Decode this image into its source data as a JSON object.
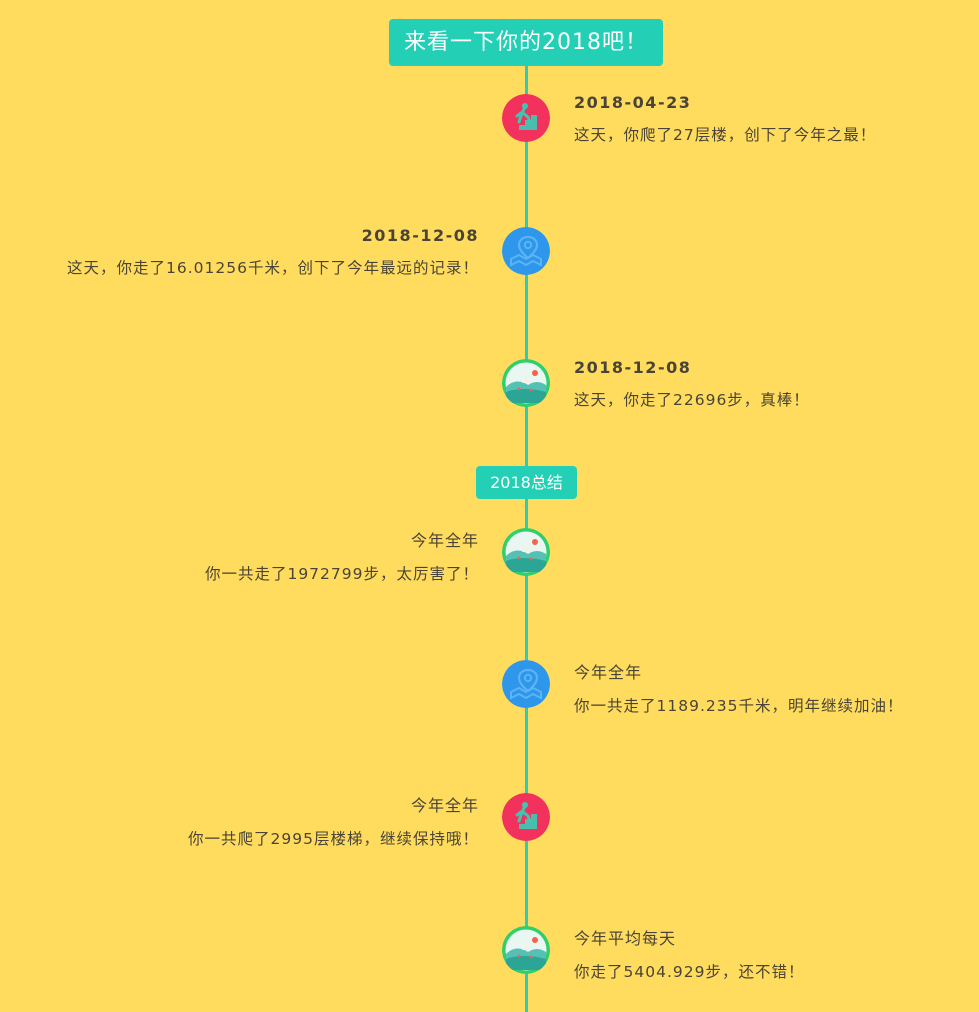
{
  "header": {
    "title": "来看一下你的2018吧！"
  },
  "summary_label": "2018总结",
  "colors": {
    "background": "#FFDC5E",
    "accent": "#24D0B5",
    "stairs_node": "#F2325C",
    "location_node": "#2E96EB",
    "landscape_border": "#2FCF6E"
  },
  "events": [
    {
      "icon": "stairs-icon",
      "title": "2018-04-23",
      "text": "这天，你爬了27层楼，创下了今年之最！"
    },
    {
      "icon": "location-pin-icon",
      "title": "2018-12-08",
      "text": "这天，你走了16.01256千米，创下了今年最远的记录！"
    },
    {
      "icon": "landscape-icon",
      "title": "2018-12-08",
      "text": "这天，你走了22696步，真棒！"
    }
  ],
  "summary": [
    {
      "icon": "landscape-icon",
      "title": "今年全年",
      "text": "你一共走了1972799步，太厉害了！"
    },
    {
      "icon": "location-pin-icon",
      "title": "今年全年",
      "text": "你一共走了1189.235千米，明年继续加油！"
    },
    {
      "icon": "stairs-icon",
      "title": "今年全年",
      "text": "你一共爬了2995层楼梯，继续保持哦！"
    },
    {
      "icon": "landscape-icon",
      "title": "今年平均每天",
      "text": "你走了5404.929步，还不错！"
    }
  ]
}
